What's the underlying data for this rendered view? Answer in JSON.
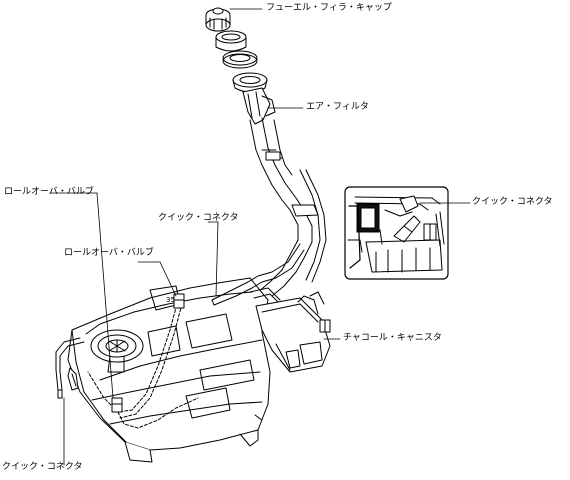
{
  "labels": {
    "fuel_filler_cap": "フューエル・フィラ・キャップ",
    "air_filter": "エア・フィルタ",
    "quick_connector_detail": "クイック・コネクタ",
    "rollover_valve_outer": "ロールオーバ・バルブ",
    "quick_connector_center": "クイック・コネクタ",
    "rollover_valve_inner": "ロールオーバ・バルブ",
    "charcoal_canister": "チャコール・キャニスタ",
    "quick_connector_bottom": "クイック・コネクタ"
  },
  "colors": {
    "line": "#000000",
    "shade": "#1a1a1a",
    "background": "#ffffff"
  }
}
